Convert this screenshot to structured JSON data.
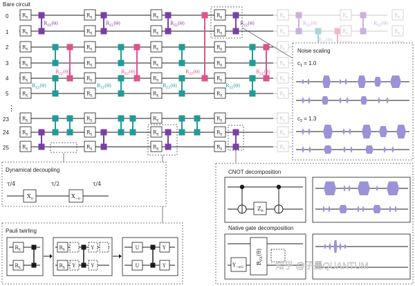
{
  "header": {
    "title": "Bare circuit"
  },
  "qubits": [
    "0",
    "1",
    "2",
    "3",
    "4",
    "5",
    "23",
    "24",
    "25"
  ],
  "ellipsis": "⋮",
  "gate_labels": {
    "rx": "R",
    "rx_sub": "X",
    "rzz": "R",
    "rzz_sub": "ZZ",
    "rzz_arg": "(θ)"
  },
  "panels": {
    "noise_scaling": {
      "title": "Noise scaling",
      "c1": {
        "label": "c",
        "sub": "1",
        "value": " = 1.0"
      },
      "c2": {
        "label": "c",
        "sub": "2",
        "value": " = 1.3"
      }
    },
    "dynamical_decoupling": {
      "title": "Dynamical decoupling",
      "taus": [
        "τ/4",
        "τ/2",
        "τ/4"
      ],
      "gates": [
        "X",
        "X"
      ],
      "gate_subs": [
        "π",
        "−π"
      ]
    },
    "pauli_twirling": {
      "title": "Pauli twirling",
      "rx_label": "R",
      "rx_sub": "X",
      "pauli_y": "Y",
      "unitary": "U"
    },
    "cnot_decomposition": {
      "title": "CNOT decomposition",
      "z_gate": "Z",
      "z_sub": "θ"
    },
    "native_gate_decomposition": {
      "title": "Native gate decomposition",
      "y_gate": "Y",
      "y_sub": "−π/2",
      "rzx_gate": "R",
      "rzx_sub": "ZX",
      "rzx_arg": "(θ)"
    }
  },
  "watermark": "知乎 @子墨QUANTUM",
  "colors": {
    "wire": "#1a1a1a",
    "purple": "#7a3fa6",
    "teal": "#1f9c98",
    "pink": "#e0528c",
    "pulse": "#9b93d8",
    "pulse_light": "#c7c2ec",
    "fade": "#c9c9c9"
  }
}
